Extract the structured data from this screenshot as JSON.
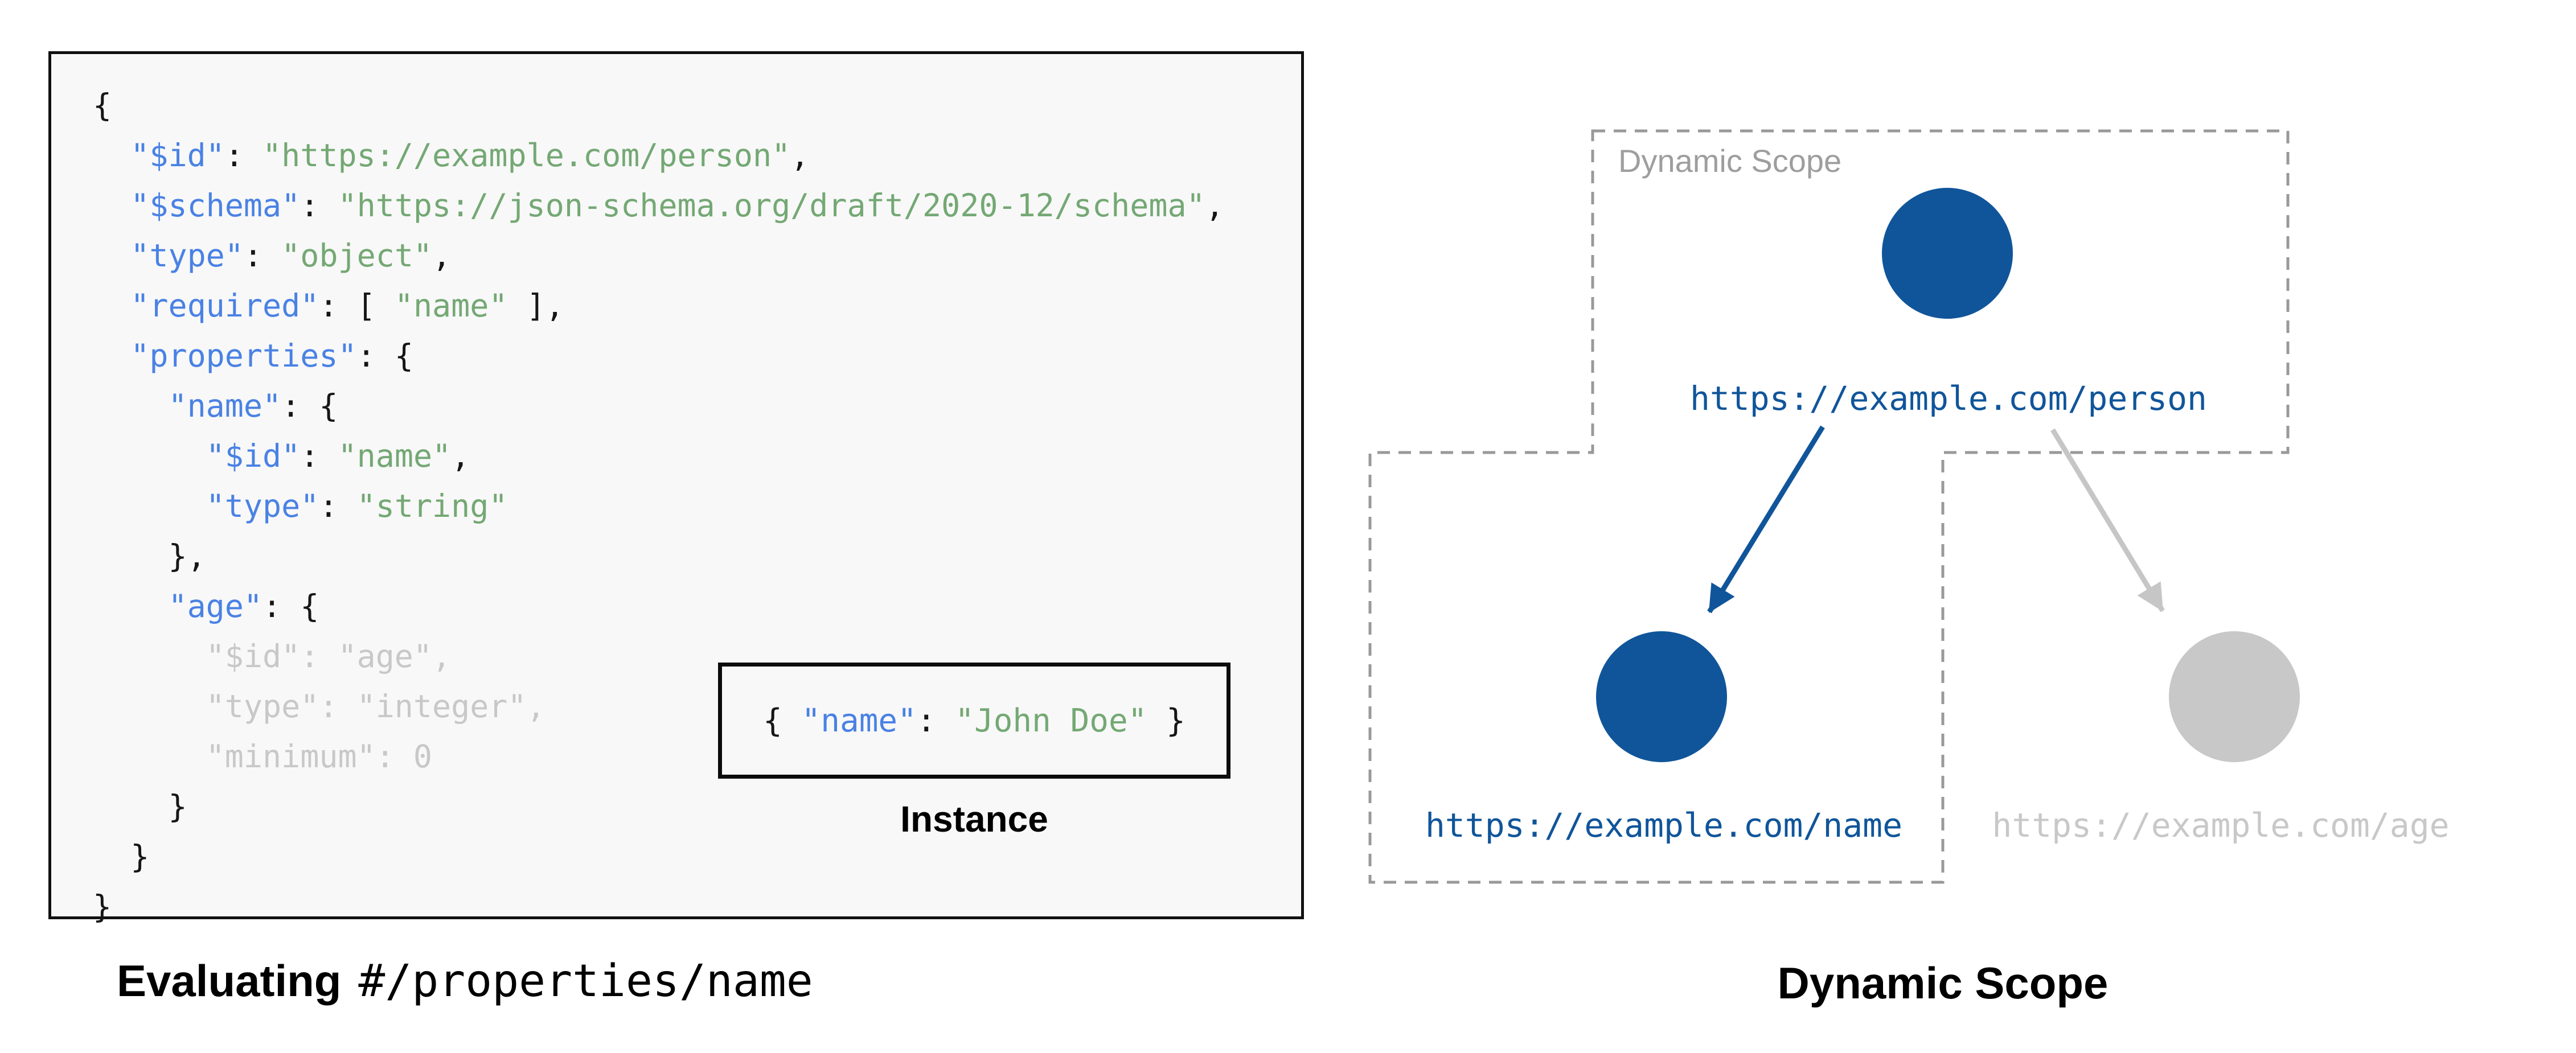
{
  "captions": {
    "schema_eval_bold": "Evaluating",
    "schema_eval_pointer": "#/properties/name",
    "diagram_title": "Dynamic Scope"
  },
  "schema_panel": {
    "code_lines": [
      {
        "segments": [
          {
            "t": "{",
            "c": "p"
          }
        ]
      },
      {
        "segments": [
          {
            "t": "  ",
            "c": "p"
          },
          {
            "t": "\"$id\"",
            "c": "k"
          },
          {
            "t": ": ",
            "c": "p"
          },
          {
            "t": "\"https://example.com/person\"",
            "c": "s"
          },
          {
            "t": ",",
            "c": "p"
          }
        ]
      },
      {
        "segments": [
          {
            "t": "  ",
            "c": "p"
          },
          {
            "t": "\"$schema\"",
            "c": "k"
          },
          {
            "t": ": ",
            "c": "p"
          },
          {
            "t": "\"https://json-schema.org/draft/2020-12/schema\"",
            "c": "s"
          },
          {
            "t": ",",
            "c": "p"
          }
        ]
      },
      {
        "segments": [
          {
            "t": "  ",
            "c": "p"
          },
          {
            "t": "\"type\"",
            "c": "k"
          },
          {
            "t": ": ",
            "c": "p"
          },
          {
            "t": "\"object\"",
            "c": "s"
          },
          {
            "t": ",",
            "c": "p"
          }
        ]
      },
      {
        "segments": [
          {
            "t": "  ",
            "c": "p"
          },
          {
            "t": "\"required\"",
            "c": "k"
          },
          {
            "t": ": [ ",
            "c": "p"
          },
          {
            "t": "\"name\"",
            "c": "s"
          },
          {
            "t": " ],",
            "c": "p"
          }
        ]
      },
      {
        "segments": [
          {
            "t": "  ",
            "c": "p"
          },
          {
            "t": "\"properties\"",
            "c": "k"
          },
          {
            "t": ": {",
            "c": "p"
          }
        ]
      },
      {
        "segments": [
          {
            "t": "    ",
            "c": "p"
          },
          {
            "t": "\"name\"",
            "c": "k"
          },
          {
            "t": ": {",
            "c": "p"
          }
        ]
      },
      {
        "segments": [
          {
            "t": "      ",
            "c": "p"
          },
          {
            "t": "\"$id\"",
            "c": "k"
          },
          {
            "t": ": ",
            "c": "p"
          },
          {
            "t": "\"name\"",
            "c": "s"
          },
          {
            "t": ",",
            "c": "p"
          }
        ]
      },
      {
        "segments": [
          {
            "t": "      ",
            "c": "p"
          },
          {
            "t": "\"type\"",
            "c": "k"
          },
          {
            "t": ": ",
            "c": "p"
          },
          {
            "t": "\"string\"",
            "c": "s"
          }
        ]
      },
      {
        "segments": [
          {
            "t": "    },",
            "c": "p"
          }
        ]
      },
      {
        "segments": [
          {
            "t": "    ",
            "c": "p"
          },
          {
            "t": "\"age\"",
            "c": "k"
          },
          {
            "t": ": {",
            "c": "p"
          }
        ]
      },
      {
        "segments": [
          {
            "t": "      \"$id\": \"age\",",
            "c": "d"
          }
        ]
      },
      {
        "segments": [
          {
            "t": "      \"type\": \"integer\",",
            "c": "d"
          }
        ]
      },
      {
        "segments": [
          {
            "t": "      \"minimum\": 0",
            "c": "d"
          }
        ]
      },
      {
        "segments": [
          {
            "t": "    }",
            "c": "p"
          }
        ]
      },
      {
        "segments": [
          {
            "t": "  }",
            "c": "p"
          }
        ]
      },
      {
        "segments": [
          {
            "t": "}",
            "c": "p"
          }
        ]
      }
    ],
    "instance_box": {
      "segments": [
        {
          "t": "{ ",
          "c": "p"
        },
        {
          "t": "\"name\"",
          "c": "k"
        },
        {
          "t": ": ",
          "c": "p"
        },
        {
          "t": "\"John Doe\"",
          "c": "s"
        },
        {
          "t": " }",
          "c": "p"
        }
      ],
      "label": "Instance"
    }
  },
  "diagram": {
    "scope_box_label": "Dynamic Scope",
    "nodes": {
      "person": {
        "url": "https://example.com/person",
        "state": "in-scope"
      },
      "name": {
        "url": "https://example.com/name",
        "state": "in-scope"
      },
      "age": {
        "url": "https://example.com/age",
        "state": "out-of-scope"
      }
    },
    "colors": {
      "node_in_scope": "#10559A",
      "node_out_scope": "#C8C8C8",
      "arrow_in_scope": "#10559A",
      "arrow_out_scope": "#C6C6C6",
      "dashed_outline": "#999999",
      "scope_label_gray": "#9E9E9E",
      "json_key_blue": "#4A82E4",
      "json_string_green": "#74A874",
      "json_dim_gray": "#C8C8C8",
      "code_panel_bg": "#F8F8F8"
    }
  }
}
